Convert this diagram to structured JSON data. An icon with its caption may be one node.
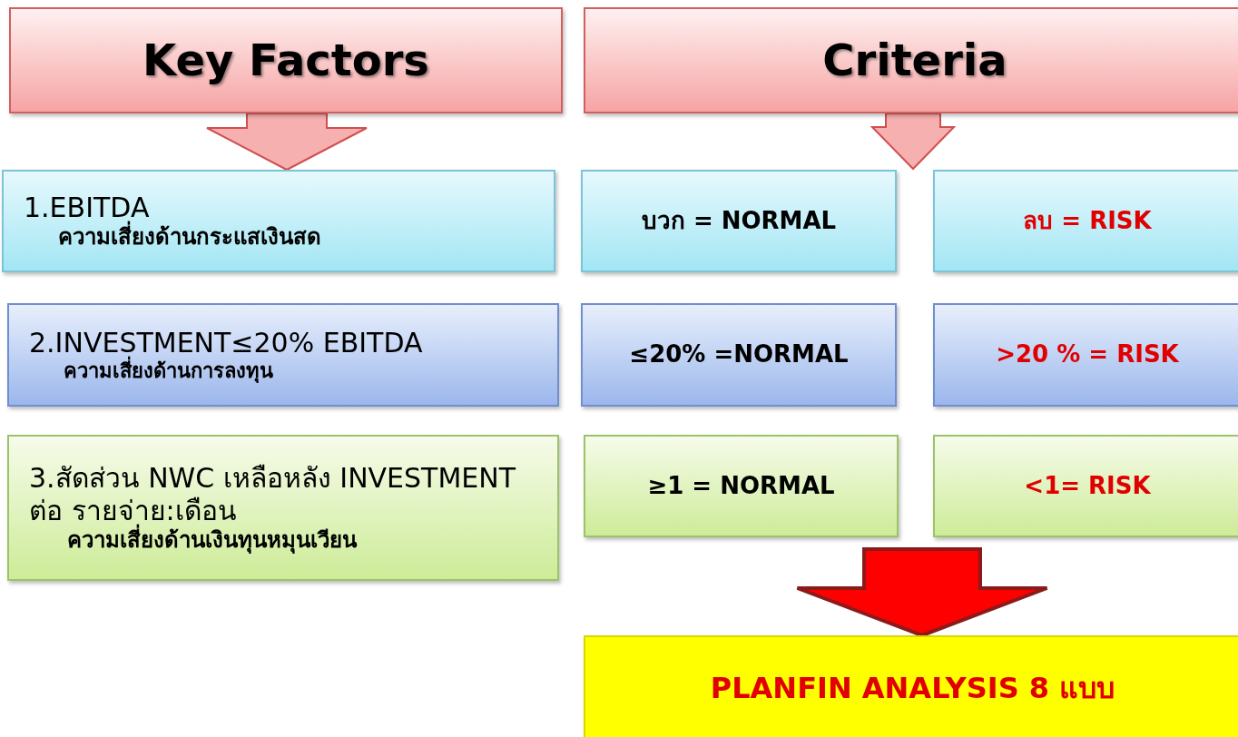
{
  "diagram": {
    "nodes": [
      {
        "text": [
          "Key Factors"
        ]
      },
      {
        "text": [
          "Criteria"
        ]
      },
      {
        "text": [
          "1.EBITDA",
          "ความเสี่ยงด้านกระแสเงินสด"
        ]
      },
      {
        "text": [
          "บวก = NORMAL"
        ]
      },
      {
        "text": [
          "ลบ = RISK"
        ]
      },
      {
        "text": [
          "2.INVESTMENT≤20% EBITDA",
          "ความเสี่ยงด้านการลงทุน"
        ]
      },
      {
        "text": [
          "≤20% =NORMAL"
        ]
      },
      {
        "text": [
          ">20 % = RISK"
        ]
      },
      {
        "text": [
          "3.สัดส่วน NWC เหลือหลัง INVESTMENT ต่อ รายจ่าย:เดือน",
          "ความเสี่ยงด้านเงินทุนหมุนเวียน"
        ]
      },
      {
        "text": [
          "≥1 = NORMAL"
        ]
      },
      {
        "text": [
          "<1= RISK"
        ]
      },
      {
        "text": [
          "PLANFIN  ANALYSIS 8 แบบ"
        ]
      }
    ],
    "edges": [
      {
        "from": 0,
        "to": 2,
        "arrow": "to"
      },
      {
        "from": 1,
        "to": null,
        "arrow": "to"
      },
      {
        "from": null,
        "to": 11,
        "arrow": "to",
        "style": "thick",
        "color": "#ff0000"
      }
    ]
  }
}
